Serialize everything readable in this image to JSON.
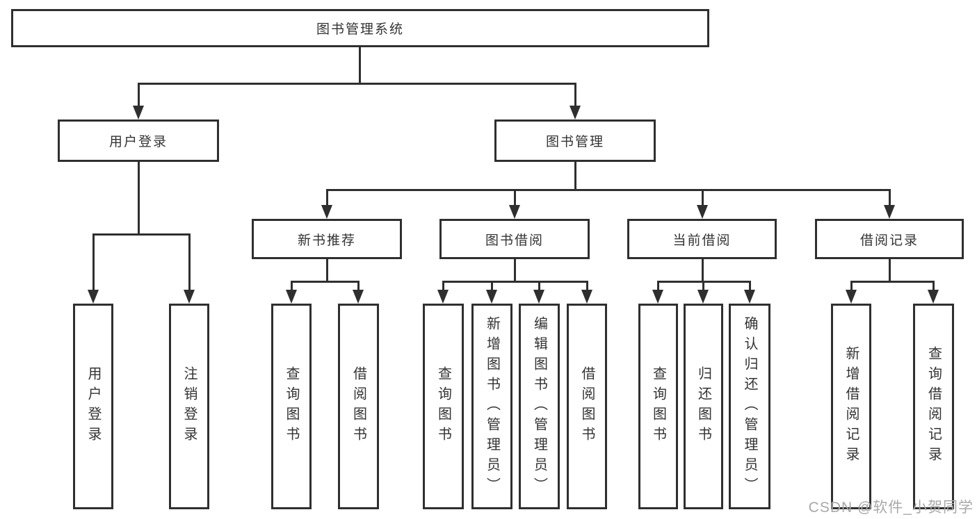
{
  "diagram": {
    "root": {
      "label": "图书管理系统"
    },
    "level2": [
      {
        "label": "用户登录"
      },
      {
        "label": "图书管理"
      }
    ],
    "level3": [
      {
        "label": "新书推荐"
      },
      {
        "label": "图书借阅"
      },
      {
        "label": "当前借阅"
      },
      {
        "label": "借阅记录"
      }
    ],
    "leaves": {
      "user_login": [
        {
          "label": "用户登录"
        },
        {
          "label": "注销登录"
        }
      ],
      "new_book_recommend": [
        {
          "label": "查询图书"
        },
        {
          "label": "借阅图书"
        }
      ],
      "book_borrow": [
        {
          "label": "查询图书"
        },
        {
          "label": "新增图书（管理员）"
        },
        {
          "label": "编辑图书（管理员）"
        },
        {
          "label": "借阅图书"
        }
      ],
      "current_borrow": [
        {
          "label": "查询图书"
        },
        {
          "label": "归还图书"
        },
        {
          "label": "确认归还（管理员）"
        }
      ],
      "borrow_record": [
        {
          "label": "新增借阅记录"
        },
        {
          "label": "查询借阅记录"
        }
      ]
    }
  },
  "watermark": {
    "text": "CSDN @软件_小贺同学"
  },
  "colors": {
    "line": "#2f2f2f",
    "text": "#333333",
    "background": "#ffffff",
    "watermark": "#a8a8a8"
  }
}
